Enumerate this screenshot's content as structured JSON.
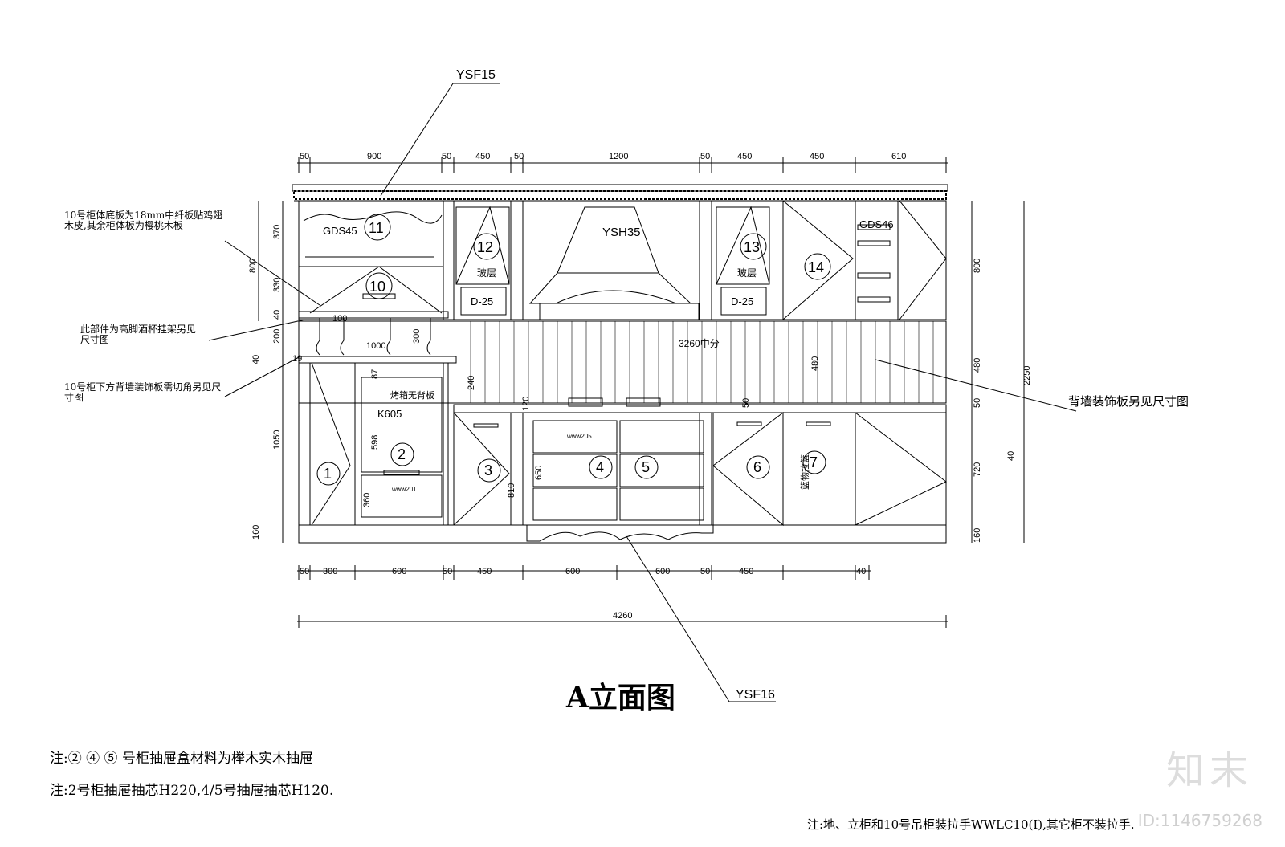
{
  "title": "A立面图",
  "watermark": {
    "brand": "知末",
    "id": "ID:1146759268"
  },
  "notes": [
    "注:② ④ ⑤ 号柜抽屉盒材料为榉木实木抽屉",
    "注:2号柜抽屉抽芯H220,4/5号抽屉抽芯H120.",
    "注:地、立柜和10号吊柜装拉手WWLC10(I),其它柜不装拉手."
  ],
  "callouts": {
    "ysf15": "YSF15",
    "ysf16": "YSF16",
    "ysh35": "YSH35",
    "gds45": "GDS45",
    "gds46": "GDS46",
    "d25a": "D-25",
    "d25b": "D-25",
    "k605": "K605",
    "center": "3260中分",
    "glass": "玻层",
    "oven": "烤箱无背板",
    "basket": "篮物拉篮",
    "www201": "www201",
    "www205": "www205"
  },
  "side_labels": {
    "left1": "10号柜体底板为18mm中纤板贴鸡翅木皮,其余柜体板为樱桃木板",
    "left2": "此部件为高脚酒杯挂架另见尺寸图",
    "left3": "10号柜下方背墙装饰板需切角另见尺寸图",
    "right1": "背墙装饰板另见尺寸图"
  },
  "cabinet_numbers": [
    "1",
    "2",
    "3",
    "4",
    "5",
    "6",
    "7",
    "10",
    "11",
    "12",
    "13",
    "14"
  ],
  "dims_top": [
    "50",
    "900",
    "50",
    "450",
    "50",
    "1200",
    "50",
    "450",
    "450",
    "610"
  ],
  "dims_bottom": [
    "50",
    "300",
    "600",
    "50",
    "450",
    "600",
    "600",
    "50",
    "450",
    "40"
  ],
  "dim_total": "4260",
  "dims_left": [
    "370",
    "330",
    "40",
    "200",
    "40",
    "1050",
    "160"
  ],
  "dims_left_outer": "800",
  "dims_right": [
    "800",
    "480",
    "50",
    "720",
    "160"
  ],
  "dim_right_total": "2250",
  "dim_right_mid": "40",
  "dims_inner": [
    "100",
    "1000",
    "300",
    "19",
    "87",
    "240",
    "120",
    "598",
    "360",
    "650",
    "810",
    "480",
    "50"
  ]
}
